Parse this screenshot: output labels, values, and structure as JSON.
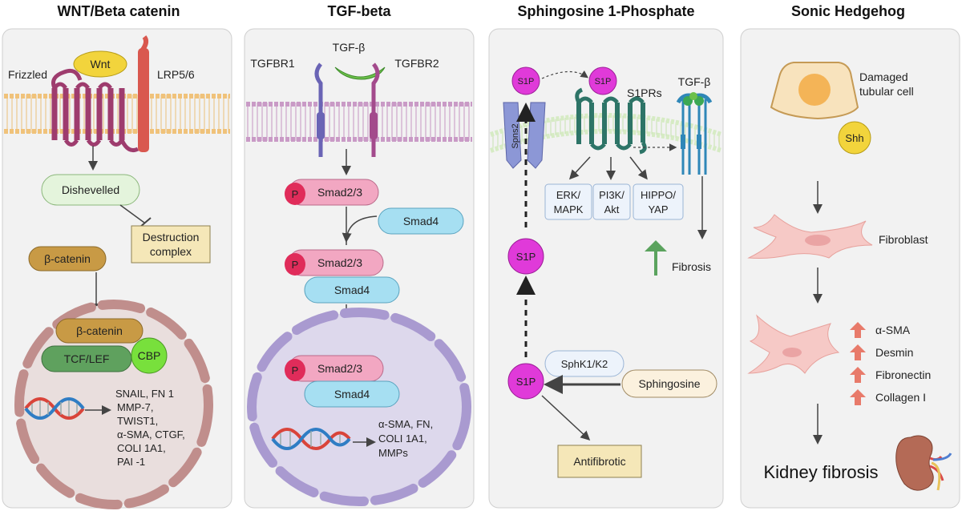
{
  "panels": [
    {
      "title": "WNT/Beta catenin"
    },
    {
      "title": "TGF-beta"
    },
    {
      "title": "Sphingosine 1-Phosphate"
    },
    {
      "title": "Sonic Hedgehog"
    }
  ],
  "wnt": {
    "wnt": "Wnt",
    "frizzled": "Frizzled",
    "lrp": "LRP5/6",
    "dishevelled": "Dishevelled",
    "destruction_1": "Destruction",
    "destruction_2": "complex",
    "bcat_cyto": "β-catenin",
    "bcat_nuc": "β-catenin",
    "tcf": "TCF/LEF",
    "cbp": "CBP",
    "targets": [
      "SNAIL, FN 1",
      "MMP-7,",
      "TWIST1,",
      "α-SMA, CTGF,",
      "COLI 1A1,",
      "PAI -1"
    ]
  },
  "tgf": {
    "ligand": "TGF-β",
    "r1": "TGFBR1",
    "r2": "TGFBR2",
    "p": "P",
    "smad23": "Smad2/3",
    "smad4": "Smad4",
    "targets": [
      "α-SMA, FN,",
      "COLI 1A1,",
      "MMPs"
    ]
  },
  "s1p": {
    "s1p": "S1P",
    "spns2": "Spns2",
    "s1prs": "S1PRs",
    "tgfb": "TGF-β",
    "erk": [
      "ERK/",
      "MAPK"
    ],
    "pi3k": [
      "PI3K/",
      "Akt"
    ],
    "hippo": [
      "HIPPO/",
      "YAP"
    ],
    "fibrosis": "Fibrosis",
    "sphk": "SphK1/K2",
    "sphingosine": "Sphingosine",
    "antifibrotic": "Antifibrotic"
  },
  "shh": {
    "cell_1": "Damaged",
    "cell_2": "tubular cell",
    "shh": "Shh",
    "fibroblast": "Fibroblast",
    "markers": [
      "α-SMA",
      "Desmin",
      "Fibronectin",
      "Collagen I"
    ],
    "outcome": "Kidney fibrosis"
  },
  "colors": {
    "panel_bg": "#f2f2f2",
    "membrane": "#f5d7a0",
    "membrane_tgf": "#d9b3d6",
    "wnt": "#f2d43c",
    "beta_catenin": "#c89a45",
    "tcf": "#5fa15e",
    "cbp": "#78e03c",
    "smad23": "#f2a7c2",
    "smad4": "#a6dff2",
    "phospho": "#e02c5a",
    "s1p": "#e03ad9",
    "fibroblast": "#f6c9c6",
    "up_arrow": "#5ba35e",
    "marker_arrow": "#e87a6a"
  }
}
